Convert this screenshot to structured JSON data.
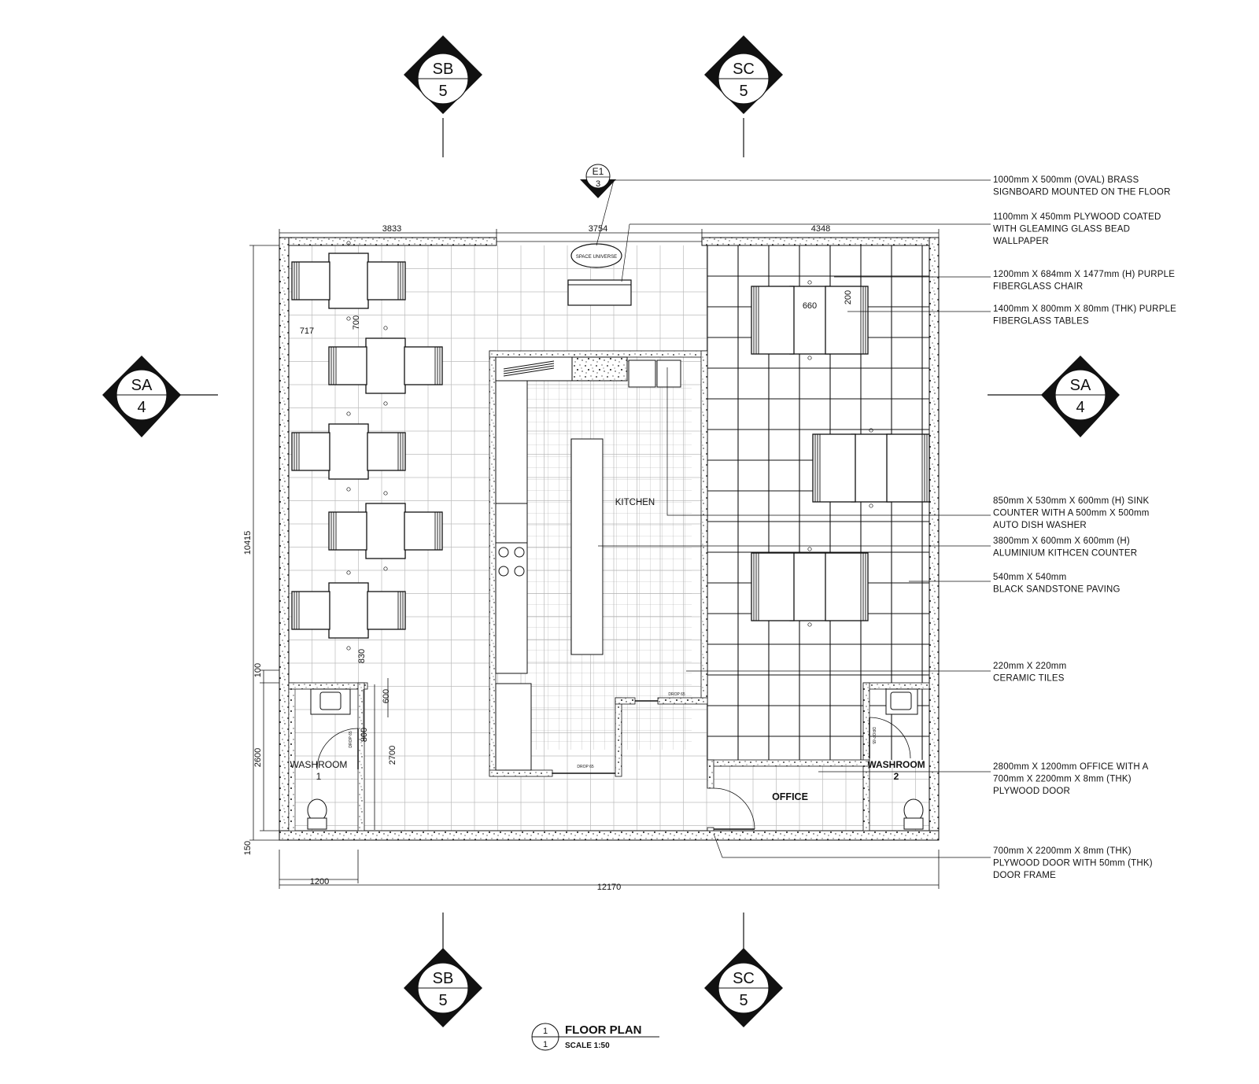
{
  "section_markers": {
    "sb_top": {
      "code": "SB",
      "sheet": "5"
    },
    "sc_top": {
      "code": "SC",
      "sheet": "5"
    },
    "sa_left": {
      "code": "SA",
      "sheet": "4"
    },
    "sa_right": {
      "code": "SA",
      "sheet": "4"
    },
    "sb_bottom": {
      "code": "SB",
      "sheet": "5"
    },
    "sc_bottom": {
      "code": "SC",
      "sheet": "5"
    },
    "elevation": {
      "code": "E1",
      "sheet": "3"
    }
  },
  "dimensions": {
    "top_left": "3833",
    "top_mid": "3754",
    "top_right": "4348",
    "overall_height": "10415",
    "overall_width": "12170",
    "washroom_width": "1200",
    "washroom_height": "2600",
    "wall_100": "100",
    "wall_150": "150",
    "d_717": "717",
    "d_700": "700",
    "d_830": "830",
    "d_600": "600",
    "d_800": "800",
    "d_2700": "2700",
    "d_660": "660",
    "d_200": "200"
  },
  "rooms": {
    "kitchen": "KITCHEN",
    "washroom1_a": "WASHROOM",
    "washroom1_b": "1",
    "washroom2_a": "WASHROOM",
    "washroom2_b": "2",
    "office": "OFFICE"
  },
  "small_labels": {
    "drop1": "DROP 65",
    "drop2": "DROP 65",
    "drop3": "DROP 65",
    "drop4": "DROP 65",
    "logo": "SPACE UNIVERSE"
  },
  "notes": [
    {
      "lines": [
        "1000mm X 500mm (OVAL) BRASS",
        "SIGNBOARD MOUNTED ON THE FLOOR"
      ]
    },
    {
      "lines": [
        "1100mm X 450mm PLYWOOD COATED",
        "WITH GLEAMING GLASS BEAD",
        "WALLPAPER"
      ]
    },
    {
      "lines": [
        "1200mm X 684mm X 1477mm (H) PURPLE",
        "FIBERGLASS CHAIR"
      ]
    },
    {
      "lines": [
        "1400mm X 800mm X 80mm (THK) PURPLE",
        "FIBERGLASS TABLES"
      ]
    },
    {
      "lines": [
        "850mm X 530mm X 600mm (H) SINK",
        "COUNTER WITH A 500mm X 500mm",
        "AUTO DISH WASHER"
      ]
    },
    {
      "lines": [
        "3800mm X 600mm X 600mm (H)",
        "ALUMINIUM KITHCEN COUNTER"
      ]
    },
    {
      "lines": [
        "540mm X 540mm",
        "BLACK SANDSTONE PAVING"
      ]
    },
    {
      "lines": [
        "220mm X 220mm",
        "CERAMIC TILES"
      ]
    },
    {
      "lines": [
        "2800mm X 1200mm OFFICE WITH A",
        "700mm X 2200mm X 8mm (THK)",
        "PLYWOOD DOOR"
      ]
    },
    {
      "lines": [
        "700mm X 2200mm X 8mm (THK)",
        "PLYWOOD DOOR WITH 50mm (THK)",
        "DOOR FRAME"
      ]
    }
  ],
  "title_block": {
    "num_top": "1",
    "num_bottom": "1",
    "title": "FLOOR PLAN",
    "scale": "SCALE 1:50"
  }
}
